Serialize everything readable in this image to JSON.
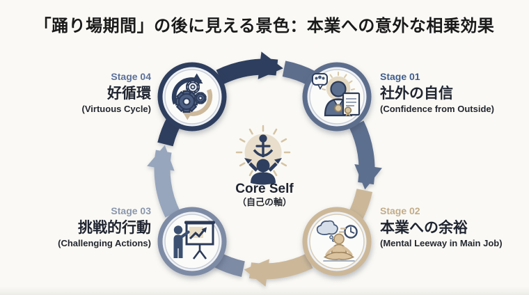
{
  "title": "「踊り場期間」の後に見える景色：本業への意外な相乗効果",
  "center": {
    "title": "Core Self",
    "subtitle": "（自己の軸）",
    "icon": "core-self-anchor-icon"
  },
  "stages": [
    {
      "label": "Stage 01",
      "title": "社外の自信",
      "subtitle": "(Confidence from Outside)",
      "position": "top-right",
      "icon": "confidence-badge-certificate-icon",
      "accent": "#5d6e8d",
      "label_color": "#3f5d8c"
    },
    {
      "label": "Stage 02",
      "title": "本業への余裕",
      "subtitle": "(Mental Leeway in Main Job)",
      "position": "bottom-right",
      "icon": "meditation-clock-icon",
      "accent": "#ccb899",
      "label_color": "#c2ac89"
    },
    {
      "label": "Stage 03",
      "title": "挑戦的行動",
      "subtitle": "(Challenging Actions)",
      "position": "bottom-left",
      "icon": "presentation-growth-chart-icon",
      "accent": "#7e8ba5",
      "label_color": "#8a97ad"
    },
    {
      "label": "Stage 04",
      "title": "好循環",
      "subtitle": "(Virtuous Cycle)",
      "position": "top-left",
      "icon": "gears-cycle-icon",
      "accent": "#2e3e5e",
      "label_color": "#5b7099"
    }
  ],
  "flow": {
    "direction": "clockwise",
    "segments": [
      {
        "from": "Stage 01",
        "to": "Stage 02",
        "color": "#5d6f8e"
      },
      {
        "from": "Stage 02",
        "to": "Stage 03",
        "color": "#ccb899"
      },
      {
        "from": "Stage 03",
        "to": "Stage 04",
        "color": "#97a6bd"
      },
      {
        "from": "Stage 04",
        "to": "Stage 01",
        "color": "#2e3e5e"
      }
    ]
  },
  "colors": {
    "background": "#faf9f5",
    "title_text": "#1a1a1a",
    "inner_circle": "#eef1f6",
    "center_glow": "#e8decb",
    "center_icon_navy": "#2e3e5e",
    "ray_tan": "#d5c3a3"
  }
}
